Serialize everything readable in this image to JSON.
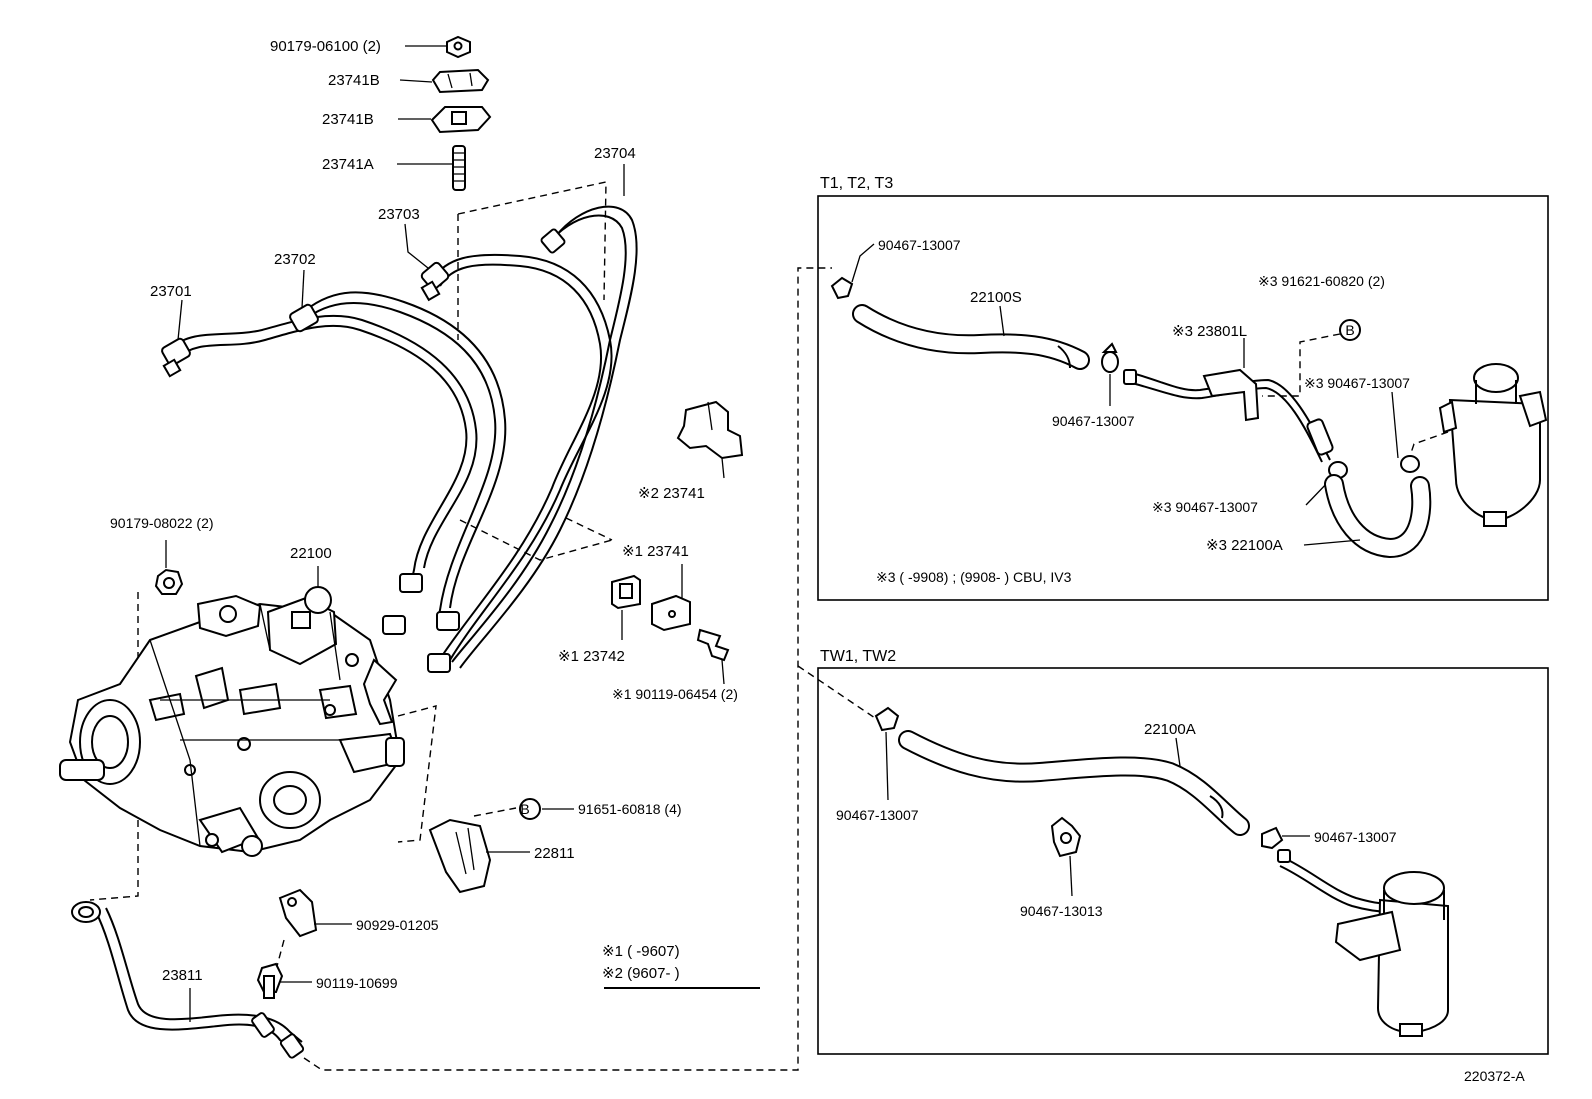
{
  "labels": {
    "p_90179_06100": "90179-06100 (2)",
    "p_23741B_top": "23741B",
    "p_23741B_bot": "23741B",
    "p_23741A": "23741A",
    "p_23704": "23704",
    "p_23703": "23703",
    "p_23702": "23702",
    "p_23701": "23701",
    "p_90179_08022": "90179-08022 (2)",
    "p_22100": "22100",
    "p_23741_n2": "※2 23741",
    "p_23741_n1": "※1 23741",
    "p_23742": "※1 23742",
    "p_90119_06454": "※1 90119-06454 (2)",
    "p_91651_60818": "91651-60818 (4)",
    "p_22811": "22811",
    "p_90929_01205": "90929-01205",
    "p_90119_10699": "90119-10699",
    "p_23811": "23811",
    "note1": "※1 (        -9607)",
    "note2": "※2 (9607-          )",
    "circle_b": "B",
    "circle_b2": "B"
  },
  "box_t": {
    "title": "T1, T2, T3",
    "p_clip_a": "90467-13007",
    "p_hose_s": "22100S",
    "p_clip_b": "90467-13007",
    "p_bracket": "※3 23801L",
    "p_bolt": "※3 91621-60820 (2)",
    "p_clip_c": "※3 90467-13007",
    "p_clip_d": "※3 90467-13007",
    "p_hose_a": "※3 22100A",
    "note": "※3 (          -9908) ; (9908-          ) CBU, IV3"
  },
  "box_tw": {
    "title": "TW1, TW2",
    "p_hose_a": "22100A",
    "p_clip_a": "90467-13007",
    "p_clip_b": "90467-13013",
    "p_clip_c": "90467-13007"
  },
  "figure_id": "220372-A"
}
